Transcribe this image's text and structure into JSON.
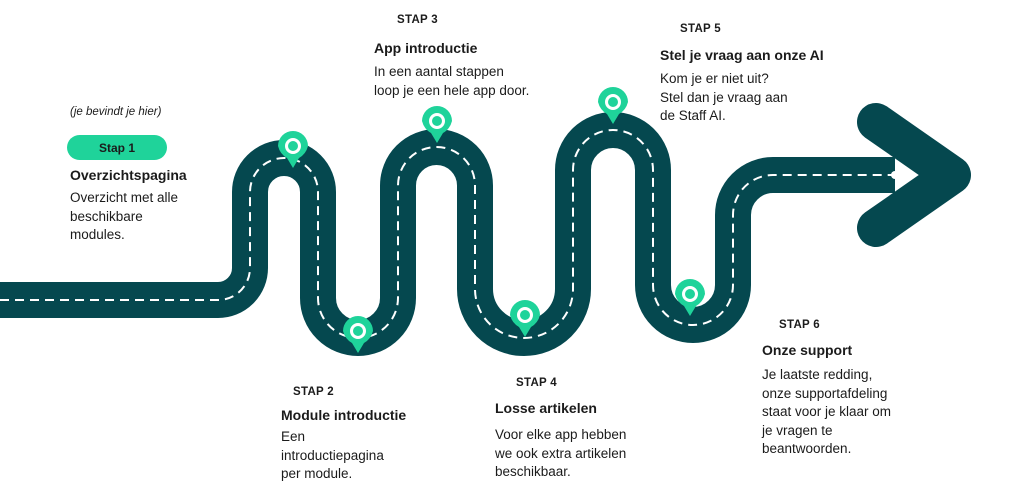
{
  "colors": {
    "road": "#05484f",
    "pin": "#1fd39a",
    "dash": "#ffffff"
  },
  "current_hint": "(je bevindt je hier)",
  "steps": [
    {
      "label": "Stap 1",
      "title": "Overzichtspagina",
      "lines": [
        "Overzicht met alle",
        "beschikbare",
        "modules."
      ]
    },
    {
      "label": "STAP 2",
      "title": "Module introductie",
      "lines": [
        "Een",
        "introductiepagina",
        "per module."
      ]
    },
    {
      "label": "STAP 3",
      "title": "App introductie",
      "lines": [
        "In een aantal stappen",
        "loop je een hele app door."
      ]
    },
    {
      "label": "STAP 4",
      "title": "Losse artikelen",
      "lines": [
        "Voor elke app hebben",
        "we ook extra artikelen",
        "beschikbaar."
      ]
    },
    {
      "label": "STAP 5",
      "title": "Stel je vraag aan onze AI",
      "lines": [
        "Kom je er niet uit?",
        "Stel dan je vraag aan",
        "de Staff AI."
      ]
    },
    {
      "label": "STAP 6",
      "title": "Onze support",
      "lines": [
        "Je laatste redding,",
        "onze supportafdeling",
        "staat voor je klaar om",
        "je vragen te",
        "beantwoorden."
      ]
    }
  ]
}
